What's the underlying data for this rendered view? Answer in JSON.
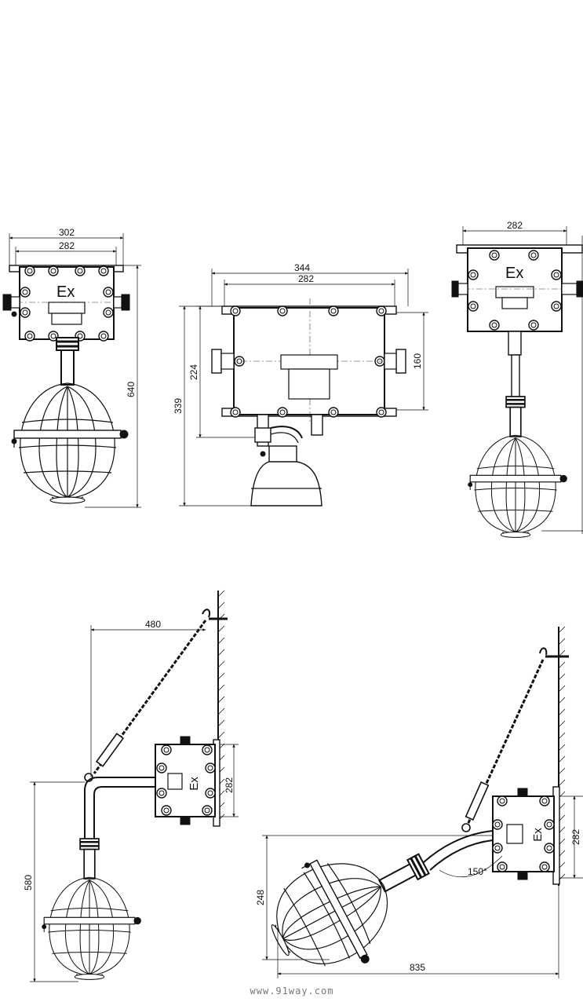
{
  "views": {
    "front": {
      "dim_outer_width": "302",
      "dim_inner_width": "282",
      "dim_height": "640",
      "ex_mark": "Ex"
    },
    "side": {
      "dim_outer_width": "344",
      "dim_inner_width": "282",
      "dim_box_height": "160",
      "dim_mid_height": "224",
      "dim_total_height": "339"
    },
    "right": {
      "dim_width": "282",
      "ex_mark": "Ex"
    },
    "wall_pendant": {
      "dim_reach": "480",
      "dim_box_height": "282",
      "dim_drop": "580",
      "ex_mark": "Ex"
    },
    "wall_angled": {
      "dim_box_height": "282",
      "dim_drop": "248",
      "dim_reach": "835",
      "angle": "150°",
      "ex_mark": "Ex"
    }
  },
  "watermark": "www.91way.com"
}
